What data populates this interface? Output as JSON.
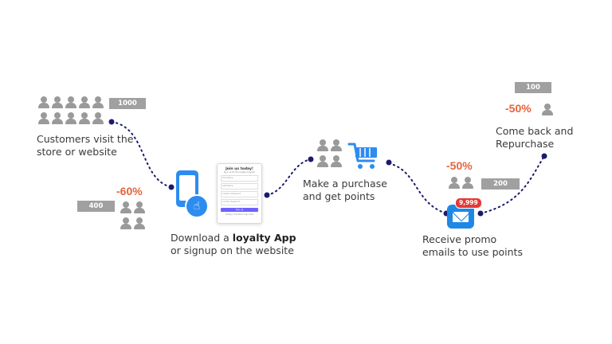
{
  "steps": {
    "visit": {
      "label_line1": "Customers visit the",
      "label_line2": "store or website",
      "count": "1000"
    },
    "download": {
      "pct": "-60%",
      "count": "400",
      "label_pre": "Download a ",
      "label_bold": "loyalty App",
      "label_line2": "or signup on the website"
    },
    "purchase": {
      "label_line1": "Make a purchase",
      "label_line2": "and get points"
    },
    "promo": {
      "pct": "-50%",
      "count": "200",
      "label_line1": "Receive promo",
      "label_line2": "emails to use points",
      "badge": "9,999"
    },
    "repurchase": {
      "pct": "-50%",
      "count": "100",
      "label_line1": "Come back and",
      "label_line2": "Repurchase"
    }
  },
  "signup_form": {
    "title": "Join us today!",
    "subtitle": "Sign up for the loyalty program",
    "fields": [
      "First Name",
      "Last Name",
      "Create a Password",
      "Confirm Password"
    ],
    "button": "Sign up",
    "footer": "Already a member? Login here"
  },
  "icons": {
    "people": "person-icon",
    "phone": "smartphone-icon",
    "cart": "shopping-cart-icon",
    "mail": "mail-app-icon"
  },
  "colors": {
    "percent": "#e8623d",
    "dot": "#1a1a6e",
    "icon_blue": "#2d8cf0",
    "person": "#9a9a9a"
  }
}
